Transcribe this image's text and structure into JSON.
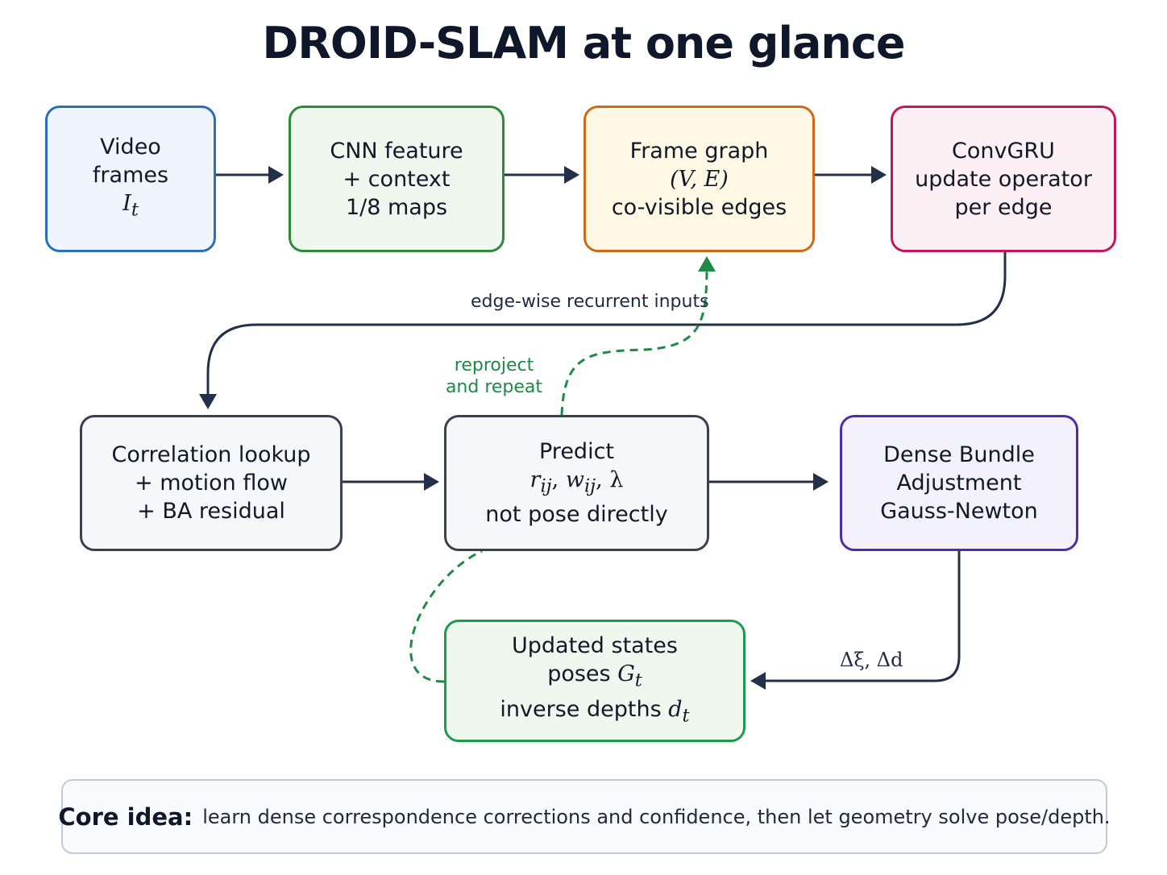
{
  "title": "DROID-SLAM at one glance",
  "nodes": {
    "video": {
      "line1": "Video",
      "line2": "frames",
      "symbol": "I",
      "subscript": "t"
    },
    "cnn": {
      "line1": "CNN feature",
      "line2": "+ context",
      "line3": "1/8 maps"
    },
    "graph": {
      "line1": "Frame graph",
      "math": "(V, E)",
      "line3": "co-visible edges"
    },
    "gru": {
      "line1": "ConvGRU",
      "line2": "update operator",
      "line3": "per edge"
    },
    "corr": {
      "line1": "Correlation lookup",
      "line2": "+ motion flow",
      "line3": "+ BA residual"
    },
    "predict": {
      "line1": "Predict",
      "r": "r",
      "r_sub": "ij",
      "sep1": ", ",
      "w": "w",
      "w_sub": "ij",
      "sep2": ", ",
      "lambda": "λ",
      "line3": "not pose directly"
    },
    "ba": {
      "line1": "Dense Bundle",
      "line2": "Adjustment",
      "line3": "Gauss-Newton"
    },
    "states": {
      "line1": "Updated states",
      "line2_prefix": "poses ",
      "line2_symbol": "G",
      "line2_sub": "t",
      "line3_prefix": "inverse depths ",
      "line3_symbol": "d",
      "line3_sub": "t"
    }
  },
  "edge_labels": {
    "recurrent": "edge-wise recurrent inputs",
    "reproject_line1": "reproject",
    "reproject_line2": "and repeat",
    "delta": "Δξ, Δd"
  },
  "core_idea": {
    "label": "Core idea:",
    "text": "learn dense correspondence corrections and confidence, then let geometry solve pose/depth."
  },
  "colors": {
    "arrow": "#23304a",
    "loop": "#1e8a46",
    "video_border": "#2a6fb8",
    "cnn_border": "#2e8a3a",
    "graph_border": "#cc6a1a",
    "gru_border": "#c2185b",
    "ba_border": "#4a2ea8",
    "states_border": "#1e9a4e"
  }
}
